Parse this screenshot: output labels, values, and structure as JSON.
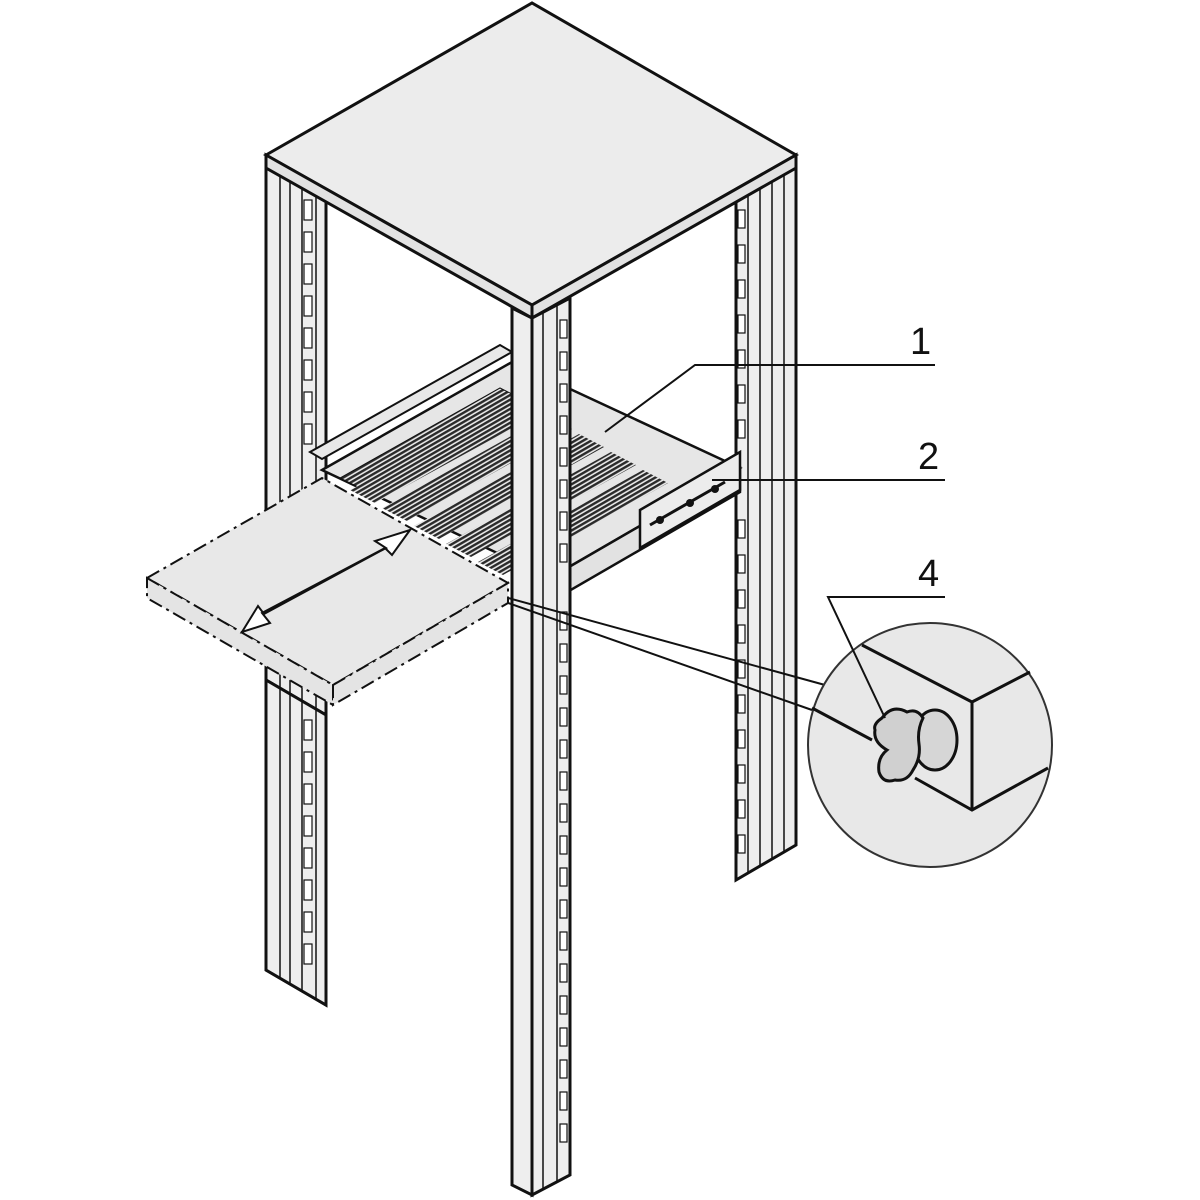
{
  "diagram": {
    "subject": "19-inch rack frame with telescopic pull-out shelf",
    "colors": {
      "outline": "#111111",
      "fill_light": "#e8e8e8",
      "fill_panel": "#ededed",
      "fill_dark": "#3a3a3a",
      "background": "#ffffff"
    },
    "callouts": [
      {
        "id": "1",
        "label": "1",
        "target": "shelf-tray"
      },
      {
        "id": "2",
        "label": "2",
        "target": "telescopic-slide-rail"
      },
      {
        "id": "4",
        "label": "4",
        "target": "wing-nut-locking-screw"
      }
    ],
    "motion_arrow": {
      "type": "double-headed",
      "meaning": "pull-out / push-in direction"
    },
    "detail_view": {
      "shape": "circle",
      "content": "wing nut on shelf edge"
    }
  }
}
